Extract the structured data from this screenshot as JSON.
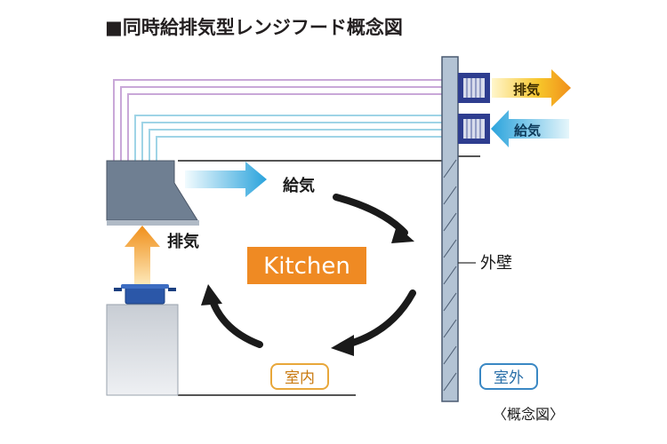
{
  "title": "■同時給排気型レンジフード概念図",
  "labels": {
    "exhaust": "排気",
    "supply": "給気",
    "kitchen": "Kitchen",
    "outer_wall": "外壁",
    "indoor": "室内",
    "outdoor": "室外",
    "caption": "〈概念図〉"
  },
  "colors": {
    "title_text": "#231f20",
    "wall_fill": "#b3c3d4",
    "wall_stroke": "#4a5a70",
    "hood_fill": "#6f7f92",
    "duct_exhaust": "#c9a8d8",
    "duct_supply": "#9fd4e6",
    "vent_fill": "#2e3d8f",
    "vent_inner": "#d8dcec",
    "exhaust_arrow": "#f6b400",
    "supply_arrow": "#2aa3dc",
    "kitchen_badge": "#ef8a23",
    "circulation_arrow": "#1a1a1a",
    "indoor_border": "#e8a73a",
    "outdoor_border": "#3a88c4",
    "pot_fill": "#2b57a8",
    "stove_fill": "#b9bfc8"
  }
}
